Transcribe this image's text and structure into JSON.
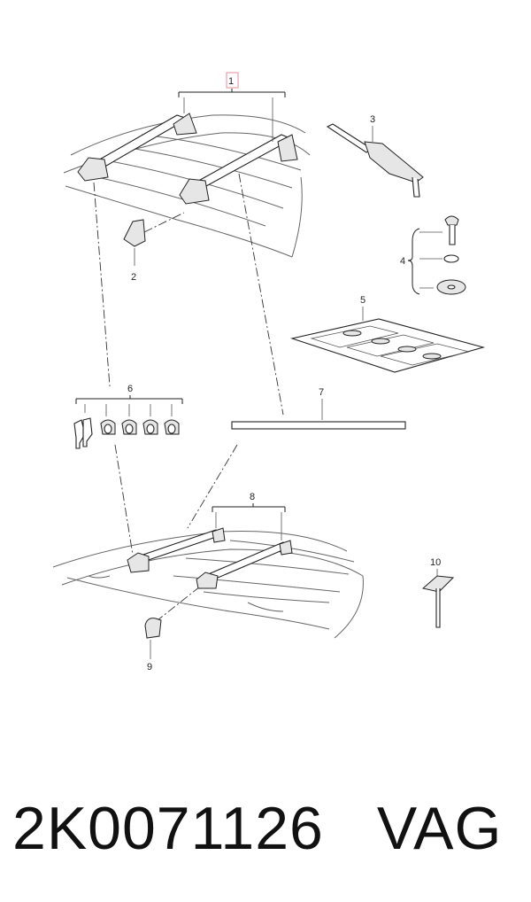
{
  "callouts": {
    "c1": "1",
    "c2": "2",
    "c3": "3",
    "c4": "4",
    "c5": "5",
    "c6": "6",
    "c7": "7",
    "c8": "8",
    "c9": "9",
    "c10": "10"
  },
  "footer": {
    "part_number": "2K0071126",
    "brand": "VAG"
  },
  "colors": {
    "callout_highlight": "#e8a0a8",
    "line": "#222222"
  }
}
